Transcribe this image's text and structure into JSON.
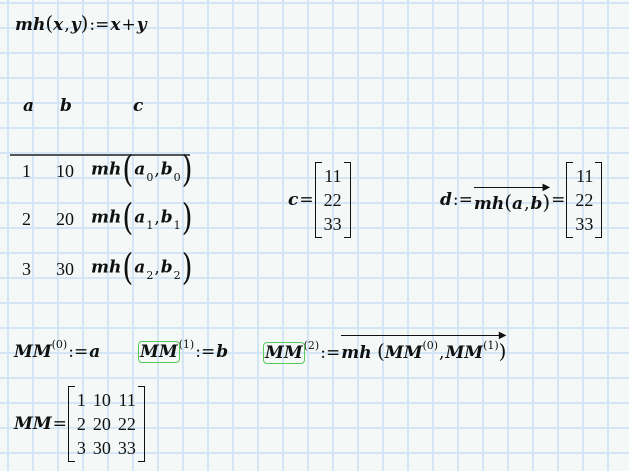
{
  "worksheet": {
    "function_definition": {
      "name": "mh",
      "params": [
        "x",
        "y"
      ],
      "assign_op": ":=",
      "body": [
        "x",
        "+",
        "y"
      ]
    },
    "table": {
      "headers": [
        "a",
        "b",
        "c"
      ],
      "rows": [
        {
          "a": "1",
          "b": "10",
          "c_func": "mh",
          "c_arg1": "a",
          "c_sub1": "0",
          "c_arg2": "b",
          "c_sub2": "0"
        },
        {
          "a": "2",
          "b": "20",
          "c_func": "mh",
          "c_arg1": "a",
          "c_sub1": "1",
          "c_arg2": "b",
          "c_sub2": "1"
        },
        {
          "a": "3",
          "b": "30",
          "c_func": "mh",
          "c_arg1": "a",
          "c_sub1": "2",
          "c_arg2": "b",
          "c_sub2": "2"
        }
      ]
    },
    "c_eval": {
      "var": "c",
      "op": "=",
      "values": [
        "11",
        "22",
        "33"
      ]
    },
    "d_def": {
      "var": "d",
      "assign_op": ":=",
      "func": "mh",
      "args": [
        "a",
        "b"
      ],
      "eval_op": "=",
      "values": [
        "11",
        "22",
        "33"
      ]
    },
    "mm_col0": {
      "var": "MM",
      "col": "(0)",
      "assign_op": ":=",
      "value": "a"
    },
    "mm_col1": {
      "var": "MM",
      "col": "(1)",
      "assign_op": ":=",
      "value": "b"
    },
    "mm_col2": {
      "var": "MM",
      "col": "(2)",
      "assign_op": ":=",
      "func": "mh",
      "arg1_var": "MM",
      "arg1_col": "(0)",
      "arg2_var": "MM",
      "arg2_col": "(1)"
    },
    "mm_eval": {
      "var": "MM",
      "op": "=",
      "matrix": [
        [
          "1",
          "10",
          "11"
        ],
        [
          "2",
          "20",
          "22"
        ],
        [
          "3",
          "30",
          "33"
        ]
      ]
    },
    "colors": {
      "background": "#f4f8f6",
      "grid_line": "#d4e6f5",
      "selection_outline": "#5bc85b",
      "text": "#111111"
    }
  }
}
